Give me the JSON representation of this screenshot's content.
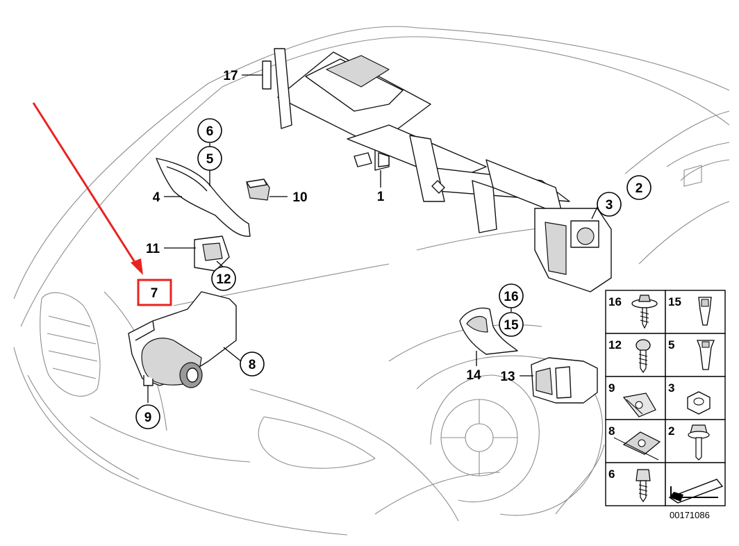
{
  "callouts": {
    "c1": "1",
    "c2": "2",
    "c3": "3",
    "c4": "4",
    "c5": "5",
    "c6": "6",
    "c7": "7",
    "c8": "8",
    "c9": "9",
    "c10": "10",
    "c11": "11",
    "c12": "12",
    "c13": "13",
    "c14": "14",
    "c15": "15",
    "c16": "16",
    "c17": "17"
  },
  "fastener_table": {
    "cells": [
      "16",
      "15",
      "12",
      "5",
      "9",
      "3",
      "8",
      "2",
      "6"
    ]
  },
  "doc_number": "00171086",
  "highlight": {
    "color": "#e8231f",
    "target": "7"
  }
}
